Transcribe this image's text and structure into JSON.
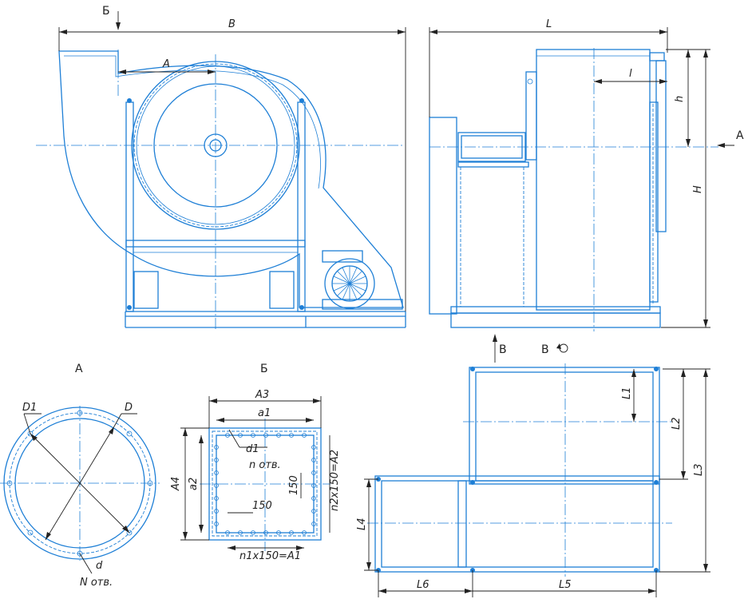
{
  "views": {
    "a": "А",
    "b": "Б",
    "b_marker": "Б",
    "v_marker": "В",
    "a_arrow": "А",
    "v_rot": "В"
  },
  "dims": {
    "B": "B",
    "A": "A",
    "L": "L",
    "l": "l",
    "h": "h",
    "H": "H",
    "D1": "D1",
    "D": "D",
    "d": "d",
    "N_otv": "N отв.",
    "A3": "A3",
    "a1": "a1",
    "d1": "d1",
    "n_otv": "n отв.",
    "A4": "A4",
    "a2": "a2",
    "n2": "n2x150=A2",
    "p150a": "150",
    "p150b": "150",
    "n1": "n1x150=A1",
    "L1": "L1",
    "L2": "L2",
    "L3": "L3",
    "L4": "L4",
    "L6": "L6",
    "L5": "L5"
  },
  "colors": {
    "line": "#1e7fd6",
    "dim": "#222222"
  }
}
